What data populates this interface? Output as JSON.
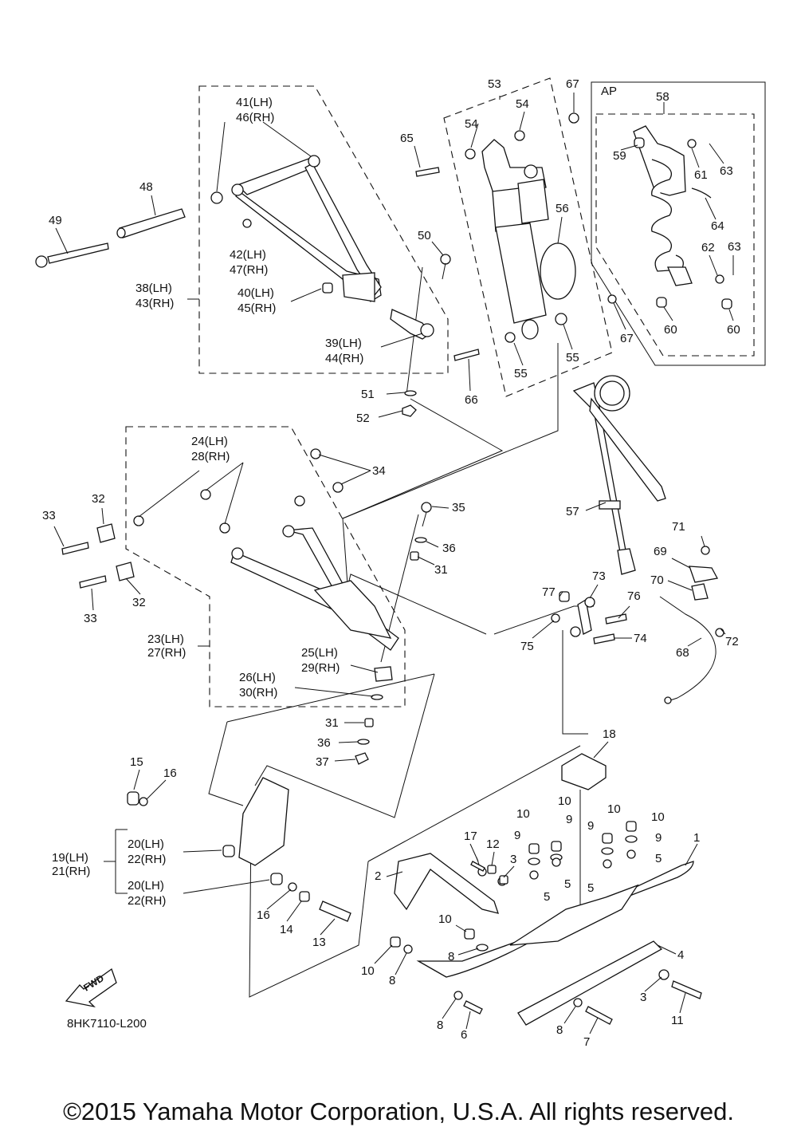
{
  "diagram_code": "8HK7110-L200",
  "copyright": "©2015 Yamaha Motor Corporation, U.S.A. All rights reserved.",
  "box_ap_label": "AP",
  "fwd_label": "FWD",
  "labels": {
    "p1": "1",
    "p2": "2",
    "p3a": "3",
    "p3b": "3",
    "p4": "4",
    "p5a": "5",
    "p5b": "5",
    "p5c": "5",
    "p5d": "5",
    "p6": "6",
    "p7": "7",
    "p8a": "8",
    "p8b": "8",
    "p8c": "8",
    "p8d": "8",
    "p9a": "9",
    "p9b": "9",
    "p9c": "9",
    "p9d": "9",
    "p10a": "10",
    "p10b": "10",
    "p10c": "10",
    "p10d": "10",
    "p10e": "10",
    "p10f": "10",
    "p11": "11",
    "p12": "12",
    "p13": "13",
    "p14": "14",
    "p15": "15",
    "p16a": "16",
    "p16b": "16",
    "p17": "17",
    "p18": "18",
    "p19": "19(LH)",
    "p21": "21(RH)",
    "p20a": "20(LH)",
    "p22a": "22(RH)",
    "p20b": "20(LH)",
    "p22b": "22(RH)",
    "p23": "23(LH)",
    "p27": "27(RH)",
    "p24": "24(LH)",
    "p28": "28(RH)",
    "p25": "25(LH)",
    "p29": "29(RH)",
    "p26": "26(LH)",
    "p30": "30(RH)",
    "p31a": "31",
    "p31b": "31",
    "p32a": "32",
    "p32b": "32",
    "p33a": "33",
    "p33b": "33",
    "p34": "34",
    "p35": "35",
    "p36a": "36",
    "p36b": "36",
    "p37": "37",
    "p38": "38(LH)",
    "p43": "43(RH)",
    "p39": "39(LH)",
    "p44": "44(RH)",
    "p40": "40(LH)",
    "p45": "45(RH)",
    "p41": "41(LH)",
    "p46": "46(RH)",
    "p42": "42(LH)",
    "p47": "47(RH)",
    "p48": "48",
    "p49": "49",
    "p50": "50",
    "p51": "51",
    "p52": "52",
    "p53": "53",
    "p54a": "54",
    "p54b": "54",
    "p55a": "55",
    "p55b": "55",
    "p56": "56",
    "p57": "57",
    "p58": "58",
    "p59": "59",
    "p60a": "60",
    "p60b": "60",
    "p61": "61",
    "p62": "62",
    "p63a": "63",
    "p63b": "63",
    "p64": "64",
    "p65": "65",
    "p66": "66",
    "p67a": "67",
    "p67b": "67",
    "p68": "68",
    "p69": "69",
    "p70": "70",
    "p71": "71",
    "p72": "72",
    "p73": "73",
    "p74": "74",
    "p75": "75",
    "p76": "76",
    "p77": "77"
  }
}
